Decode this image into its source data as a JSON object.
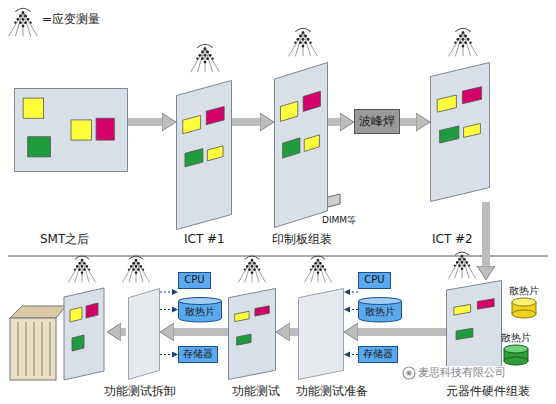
{
  "diagram": {
    "nodes": [
      {
        "text": [
          "SMT之后"
        ]
      },
      {
        "text": [
          "ICT #1"
        ]
      },
      {
        "text": [
          "印制板组装"
        ]
      },
      {
        "text": [
          "波峰焊"
        ]
      },
      {
        "text": [
          "ICT #2"
        ]
      },
      {
        "text": [
          "元器件硬件组装"
        ]
      },
      {
        "text": [
          "功能测试准备"
        ]
      },
      {
        "text": [
          "功能测试"
        ]
      },
      {
        "text": [
          "功能测试拆卸"
        ]
      },
      {
        "text": [
          "CPU"
        ]
      },
      {
        "text": [
          "散热片"
        ]
      },
      {
        "text": [
          "存储器"
        ]
      },
      {
        "text": [
          "CPU"
        ]
      },
      {
        "text": [
          "散热片"
        ]
      },
      {
        "text": [
          "存储器"
        ]
      }
    ],
    "edges": [
      {
        "from": 0,
        "to": 1,
        "arrow": "to"
      },
      {
        "from": 1,
        "to": 2,
        "arrow": "to"
      },
      {
        "from": 2,
        "to": 3,
        "arrow": "to"
      },
      {
        "from": 3,
        "to": 4,
        "arrow": "to"
      },
      {
        "from": 4,
        "to": 5,
        "arrow": "to"
      },
      {
        "from": 5,
        "to": 6,
        "arrow": "to"
      },
      {
        "from": 6,
        "to": 7,
        "arrow": "to"
      },
      {
        "from": 7,
        "to": 8,
        "arrow": "to"
      },
      {
        "from": 9,
        "to": 6,
        "arrow": "to"
      },
      {
        "from": 10,
        "to": 6,
        "arrow": "to"
      },
      {
        "from": 11,
        "to": 6,
        "arrow": "to"
      },
      {
        "from": 8,
        "to": 12,
        "arrow": "to"
      },
      {
        "from": 8,
        "to": 13,
        "arrow": "to"
      },
      {
        "from": 8,
        "to": 14,
        "arrow": "to"
      }
    ],
    "labels": [
      "DIMM等",
      "散热片",
      "散热片",
      "麦思科技有限公司"
    ],
    "legend": [
      {
        "text": "=应变测量"
      }
    ]
  }
}
